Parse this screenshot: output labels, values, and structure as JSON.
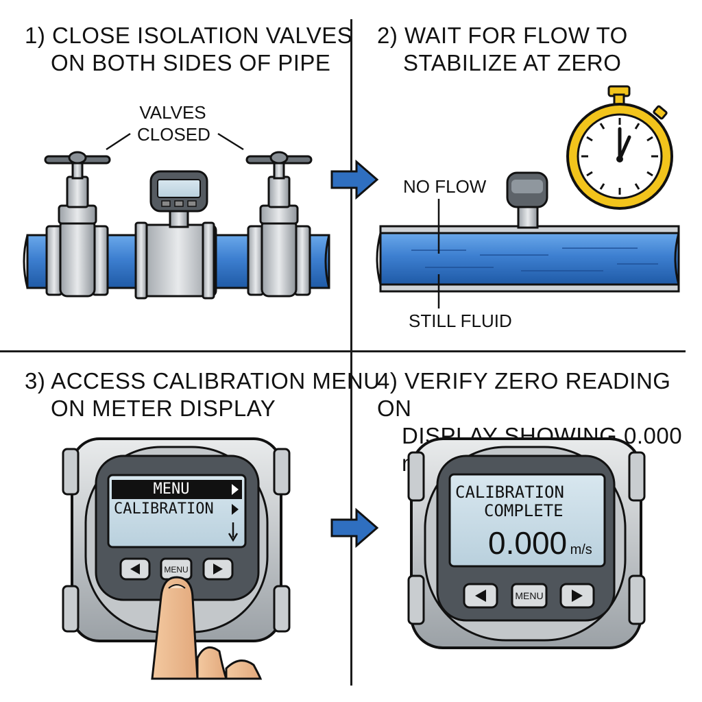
{
  "steps": [
    {
      "line1": "1) CLOSE ISOLATION VALVES",
      "line2": "ON BOTH SIDES OF PIPE"
    },
    {
      "line1": "2) WAIT FOR FLOW TO",
      "line2": "STABILIZE AT ZERO"
    },
    {
      "line1": "3) ACCESS CALIBRATION MENU",
      "line2": "ON METER DISPLAY"
    },
    {
      "line1": "4) VERIFY ZERO READING ON",
      "line2": "DISPLAY SHOWING 0.000 m/s"
    }
  ],
  "panel1": {
    "valves_label_1": "VALVES",
    "valves_label_2": "CLOSED"
  },
  "panel2": {
    "no_flow": "NO FLOW",
    "still_fluid": "STILL FLUID"
  },
  "panel3": {
    "menu_title": "MENU",
    "menu_item": "CALIBRATION",
    "button_menu": "MENU"
  },
  "panel4": {
    "status_1": "CALIBRATION",
    "status_2": "COMPLETE",
    "reading": "0.000",
    "unit": "m/s",
    "button_menu": "MENU"
  },
  "colors": {
    "pipe_blue": "#3d7fd0",
    "arrow_blue": "#2f6fc0",
    "stopwatch_yellow": "#f2c41c",
    "lcd_bg": "#c9dde8"
  }
}
